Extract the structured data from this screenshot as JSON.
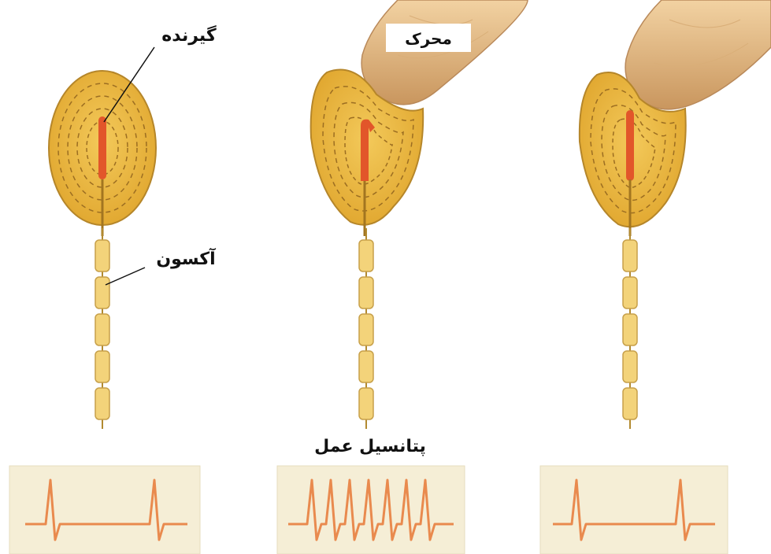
{
  "labels": {
    "receptor": "گیرنده",
    "axon": "آکسون",
    "stimulus": "محرک",
    "action_potential": "پتانسیل عمل"
  },
  "colors": {
    "corpuscle_fill": "#E8B23A",
    "corpuscle_stroke": "#B8860B",
    "terminal": "#E2562A",
    "spike": "#E98A4E",
    "panel": "#F5EED6",
    "probe": "#E2B87C"
  },
  "panels": [
    {
      "name": "no-stimulus",
      "stimulus": false,
      "spike_count": 2
    },
    {
      "name": "stimulus-applied",
      "stimulus": true,
      "spike_count": 7
    },
    {
      "name": "stimulus-sustained",
      "stimulus": true,
      "spike_count": 2
    }
  ]
}
